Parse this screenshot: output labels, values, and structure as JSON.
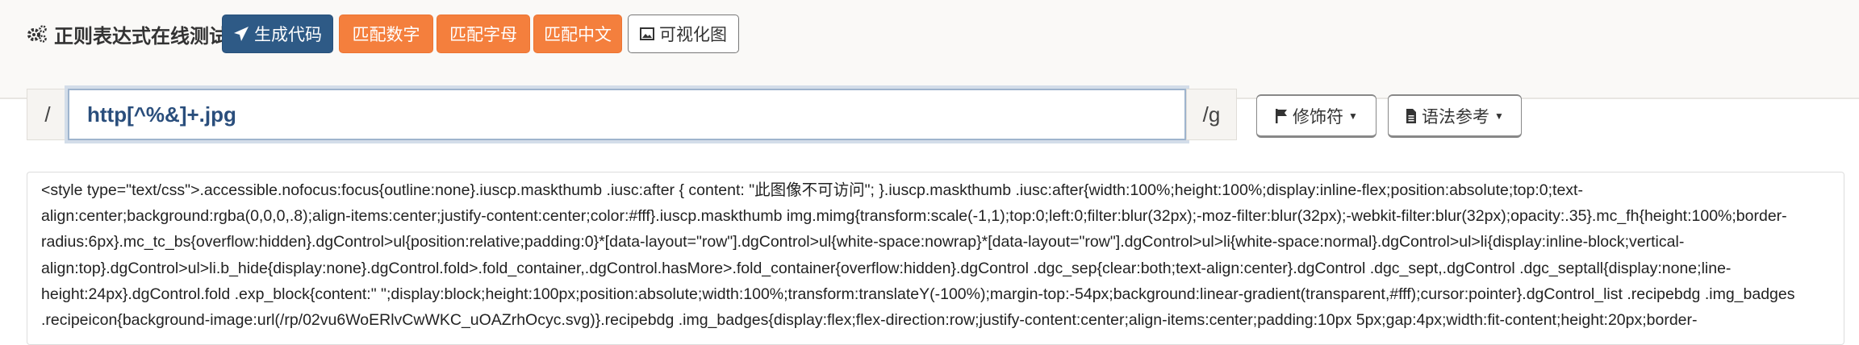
{
  "header": {
    "title": "正则表达式在线测试",
    "buttons": [
      {
        "label": "生成代码",
        "icon": "paper-plane-icon"
      },
      {
        "label": "匹配数字"
      },
      {
        "label": "匹配字母"
      },
      {
        "label": "匹配中文"
      },
      {
        "label": "可视化图",
        "icon": "image-icon"
      }
    ]
  },
  "regex": {
    "open_delim": "/",
    "value": "http[^%&]+.jpg",
    "flags": "/g",
    "modifier_label": "修饰符",
    "syntax_label": "语法参考"
  },
  "source_text": {
    "lines": [
      "<style type=\"text/css\">.accessible.nofocus:focus{outline:none}.iuscp.maskthumb .iusc:after { content: \"此图像不可访问\"; }.iuscp.maskthumb .iusc:after{width:100%;height:100%;display:inline-flex;position:absolute;top:0;text-",
      "align:center;background:rgba(0,0,0,.8);align-items:center;justify-content:center;color:#fff}.iuscp.maskthumb img.mimg{transform:scale(-1,1);top:0;left:0;filter:blur(32px);-moz-filter:blur(32px);-webkit-filter:blur(32px);opacity:.35}.mc_fh{height:100%;border-",
      "radius:6px}.mc_tc_bs{overflow:hidden}.dgControl>ul{position:relative;padding:0}*[data-layout=\"row\"].dgControl>ul{white-space:nowrap}*[data-layout=\"row\"].dgControl>ul>li{white-space:normal}.dgControl>ul>li{display:inline-block;vertical-",
      "align:top}.dgControl>ul>li.b_hide{display:none}.dgControl.fold>.fold_container,.dgControl.hasMore>.fold_container{overflow:hidden}.dgControl .dgc_sep{clear:both;text-align:center}.dgControl .dgc_sept,.dgControl .dgc_septall{display:none;line-",
      "height:24px}.dgControl.fold .exp_block{content:\" \";display:block;height:100px;position:absolute;width:100%;transform:translateY(-100%);margin-top:-54px;background:linear-gradient(transparent,#fff);cursor:pointer}.dgControl_list .recipebdg .img_badges",
      ".recipeicon{background-image:url(/rp/02vu6WoERlvCwWKC_uOAZrhOcyc.svg)}.recipebdg .img_badges{display:flex;flex-direction:row;justify-content:center;align-items:center;padding:10px 5px;gap:4px;width:fit-content;height:20px;border-"
    ]
  }
}
